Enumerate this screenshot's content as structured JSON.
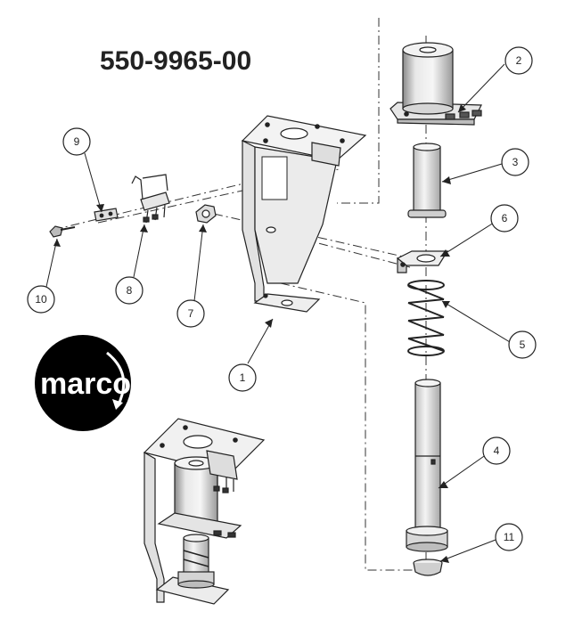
{
  "part_number": "550-9965-00",
  "logo": {
    "text": "marco"
  },
  "callouts": [
    "1",
    "2",
    "3",
    "4",
    "5",
    "6",
    "7",
    "8",
    "9",
    "10",
    "11"
  ],
  "colors": {
    "ink": "#222222",
    "dark": "#333333",
    "fill": "#dddddd",
    "logo_bg": "#000000",
    "logo_fg": "#ffffff"
  }
}
